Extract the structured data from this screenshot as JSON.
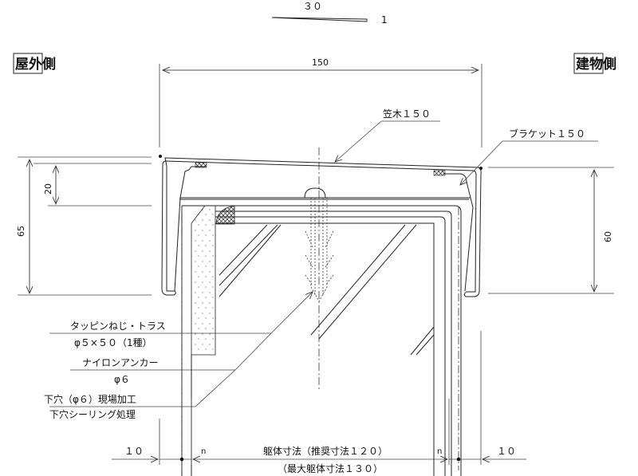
{
  "slope": {
    "run": "３０",
    "rise": "1"
  },
  "sides": {
    "outdoor": "屋外側",
    "building": "建物側"
  },
  "dimensions": {
    "overall_width": "150",
    "left_height": "65",
    "left_offset": "20",
    "right_height": "60",
    "bottom_left_clearance": "１０",
    "bottom_right_clearance": "１０",
    "bottom_left_n": "n",
    "bottom_right_n": "n",
    "body_size": "躯体寸法（推奨寸法１２０）",
    "max_body_size": "（最大躯体寸法１３０）"
  },
  "labels": {
    "coping": "笠木１５０",
    "bracket": "ブラケット１５０",
    "screw_name": "タッピンねじ・トラス",
    "screw_spec": "φ５×５０（1種）",
    "anchor_name": "ナイロンアンカー",
    "anchor_spec": "φ６",
    "pilot_hole": "下穴（φ６）現場加工",
    "sealing": "下穴シーリング処理"
  }
}
